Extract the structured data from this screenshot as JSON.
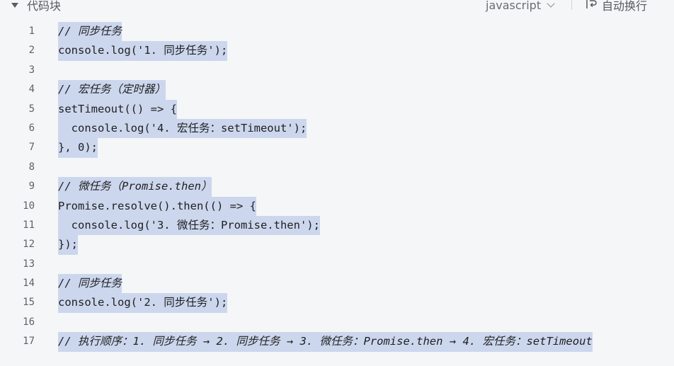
{
  "header": {
    "title": "代码块",
    "language": "javascript",
    "wrap_label": "自动换行"
  },
  "code": {
    "lines": [
      {
        "number": "1",
        "text": "// 同步任务",
        "comment": true
      },
      {
        "number": "2",
        "text": "console.log('1. 同步任务');",
        "comment": false
      },
      {
        "number": "3",
        "text": "",
        "comment": false
      },
      {
        "number": "4",
        "text": "// 宏任务（定时器）",
        "comment": true
      },
      {
        "number": "5",
        "text": "setTimeout(() => {",
        "comment": false
      },
      {
        "number": "6",
        "text": "  console.log('4. 宏任务：setTimeout');",
        "comment": false
      },
      {
        "number": "7",
        "text": "}, 0);",
        "comment": false
      },
      {
        "number": "8",
        "text": "",
        "comment": false
      },
      {
        "number": "9",
        "text": "// 微任务（Promise.then）",
        "comment": true
      },
      {
        "number": "10",
        "text": "Promise.resolve().then(() => {",
        "comment": false
      },
      {
        "number": "11",
        "text": "  console.log('3. 微任务：Promise.then');",
        "comment": false
      },
      {
        "number": "12",
        "text": "});",
        "comment": false
      },
      {
        "number": "13",
        "text": "",
        "comment": false
      },
      {
        "number": "14",
        "text": "// 同步任务",
        "comment": true
      },
      {
        "number": "15",
        "text": "console.log('2. 同步任务');",
        "comment": false
      },
      {
        "number": "16",
        "text": "",
        "comment": false
      },
      {
        "number": "17",
        "text": "// 执行顺序：1. 同步任务 → 2. 同步任务 → 3. 微任务：Promise.then → 4. 宏任务：setTimeout",
        "comment": true
      }
    ]
  },
  "colors": {
    "background": "#f5f6f8",
    "selection": "#ccd7ee",
    "line_number": "#5f6368"
  }
}
